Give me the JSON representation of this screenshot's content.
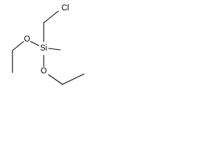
{
  "molecule": {
    "atoms": {
      "chlorine": "Cl",
      "silicon": "Si",
      "oxygen_upper": "O",
      "oxygen_lower": "O"
    }
  }
}
